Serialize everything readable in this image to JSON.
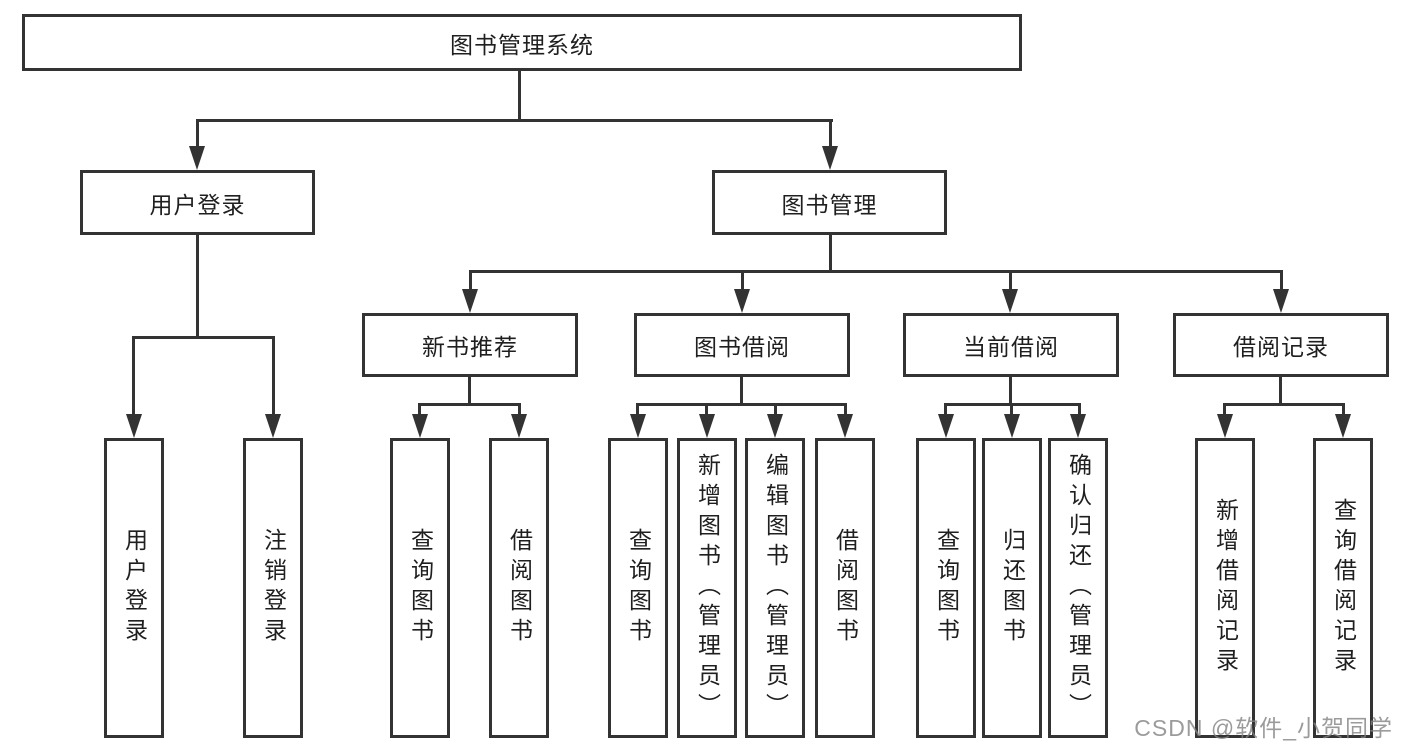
{
  "tree": {
    "root": "图书管理系统",
    "branches": [
      {
        "label": "用户登录",
        "children": [
          "用户登录",
          "注销登录"
        ]
      },
      {
        "label": "图书管理",
        "children": [
          {
            "label": "新书推荐",
            "children": [
              "查询图书",
              "借阅图书"
            ]
          },
          {
            "label": "图书借阅",
            "children": [
              "查询图书",
              "新增图书（管理员）",
              "编辑图书（管理员）",
              "借阅图书"
            ]
          },
          {
            "label": "当前借阅",
            "children": [
              "查询图书",
              "归还图书",
              "确认归还（管理员）"
            ]
          },
          {
            "label": "借阅记录",
            "children": [
              "新增借阅记录",
              "查询借阅记录"
            ]
          }
        ]
      }
    ]
  },
  "watermark": {
    "text": "CSDN @软件_小贺同学"
  },
  "colors": {
    "line": "#333333",
    "text": "#1f1f1f",
    "watermark": "#828282",
    "background": "#ffffff"
  }
}
